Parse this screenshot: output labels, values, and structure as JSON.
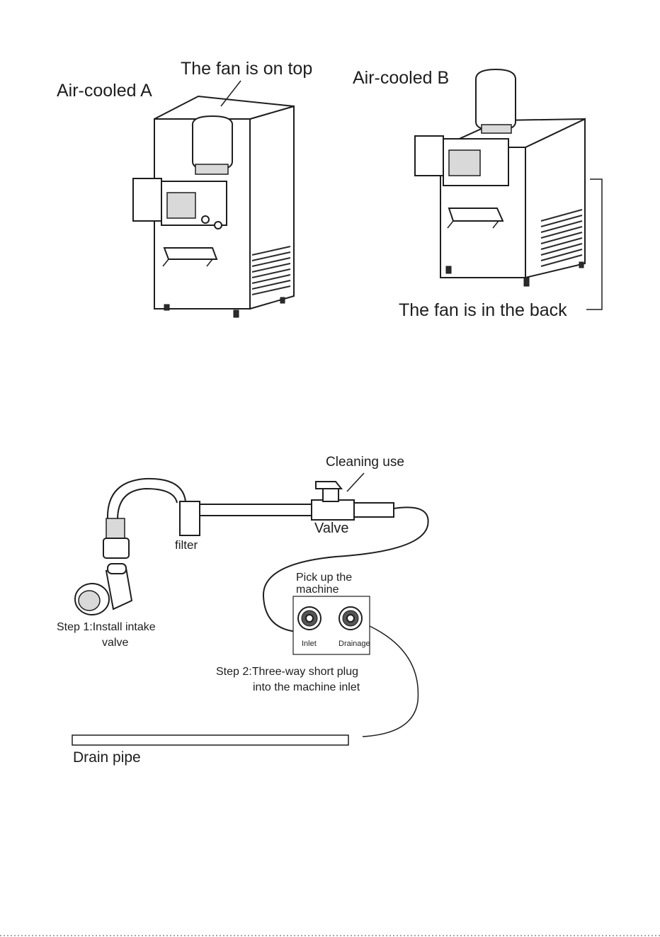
{
  "machines": {
    "a": {
      "title": "Air-cooled A",
      "fan_note": "The fan is on top"
    },
    "b": {
      "title": "Air-cooled B",
      "fan_note": "The fan is in the back"
    }
  },
  "plumbing": {
    "cleaning": "Cleaning use",
    "valve": "Valve",
    "filter": "filter",
    "pickup_line1": "Pick up the",
    "pickup_line2": "machine",
    "inlet": "Inlet",
    "drainage": "Drainage",
    "step1_line1": "Step 1:Install intake",
    "step1_line2": "valve",
    "step2_line1": "Step 2:Three-way short plug",
    "step2_line2": "into the machine inlet",
    "drain_pipe": "Drain pipe"
  }
}
